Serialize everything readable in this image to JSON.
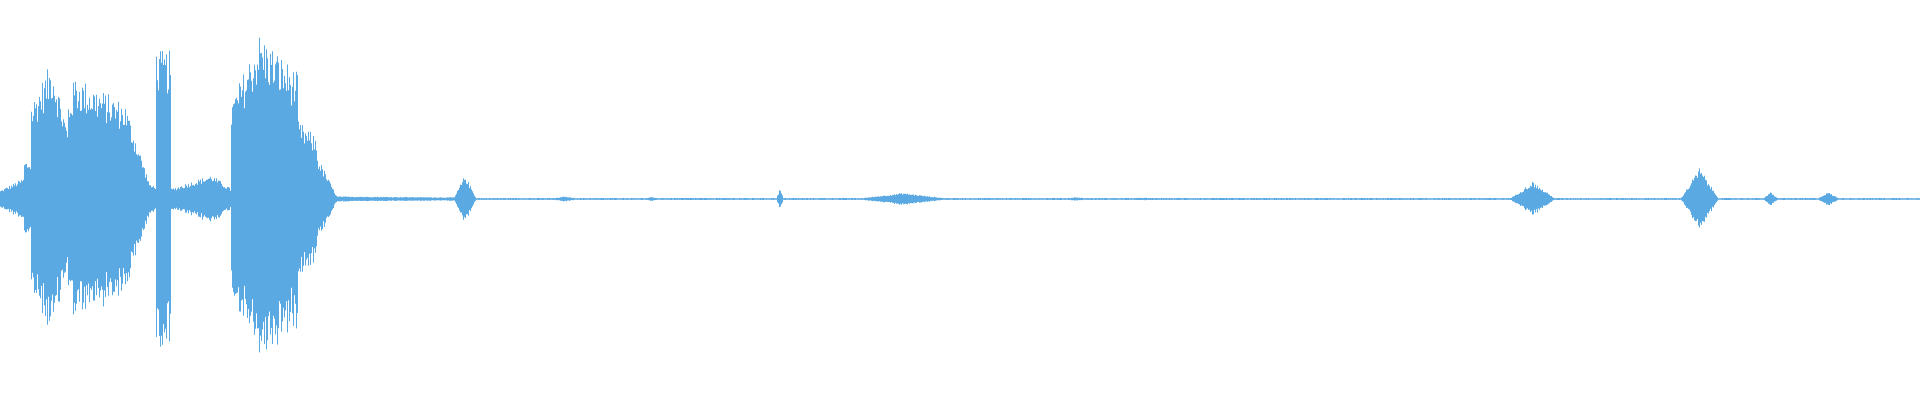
{
  "waveform": {
    "color": "#5aa9e2",
    "background": "#ffffff",
    "duration_label": "",
    "envelope_segments": [
      {
        "from": 0.0,
        "to": 0.012,
        "amp_start": 0.05,
        "amp_end": 0.12
      },
      {
        "from": 0.012,
        "to": 0.016,
        "amp_start": 0.22,
        "amp_end": 0.22
      },
      {
        "from": 0.016,
        "to": 0.027,
        "amp_start": 0.55,
        "amp_end": 0.8
      },
      {
        "from": 0.027,
        "to": 0.035,
        "amp_start": 0.8,
        "amp_end": 0.4
      },
      {
        "from": 0.035,
        "to": 0.04,
        "amp_start": 0.55,
        "amp_end": 0.75
      },
      {
        "from": 0.04,
        "to": 0.065,
        "amp_start": 0.7,
        "amp_end": 0.55
      },
      {
        "from": 0.065,
        "to": 0.078,
        "amp_start": 0.55,
        "amp_end": 0.08
      },
      {
        "from": 0.078,
        "to": 0.081,
        "amp_start": 0.08,
        "amp_end": 0.08
      },
      {
        "from": 0.081,
        "to": 0.089,
        "amp_start": 0.85,
        "amp_end": 0.85
      },
      {
        "from": 0.089,
        "to": 0.11,
        "amp_start": 0.06,
        "amp_end": 0.14
      },
      {
        "from": 0.11,
        "to": 0.12,
        "amp_start": 0.14,
        "amp_end": 0.06
      },
      {
        "from": 0.12,
        "to": 0.135,
        "amp_start": 0.55,
        "amp_end": 0.95
      },
      {
        "from": 0.135,
        "to": 0.155,
        "amp_start": 0.95,
        "amp_end": 0.72
      },
      {
        "from": 0.155,
        "to": 0.165,
        "amp_start": 0.45,
        "amp_end": 0.35
      },
      {
        "from": 0.165,
        "to": 0.175,
        "amp_start": 0.25,
        "amp_end": 0.02
      },
      {
        "from": 0.175,
        "to": 0.23,
        "amp_start": 0.015,
        "amp_end": 0.01
      },
      {
        "from": 0.23,
        "to": 0.24,
        "amp_start": 0.01,
        "amp_end": 0.01
      },
      {
        "from": 0.24,
        "to": 1.0,
        "amp_start": 0.006,
        "amp_end": 0.006
      }
    ],
    "spikes": [
      {
        "pos": 0.242,
        "amp": 0.14,
        "width": 0.006
      },
      {
        "pos": 0.294,
        "amp": 0.015,
        "width": 0.008
      },
      {
        "pos": 0.339,
        "amp": 0.012,
        "width": 0.004
      },
      {
        "pos": 0.406,
        "amp": 0.06,
        "width": 0.002
      },
      {
        "pos": 0.47,
        "amp": 0.035,
        "width": 0.025
      },
      {
        "pos": 0.56,
        "amp": 0.01,
        "width": 0.01
      },
      {
        "pos": 0.595,
        "amp": 0.008,
        "width": 0.01
      },
      {
        "pos": 0.798,
        "amp": 0.1,
        "width": 0.012
      },
      {
        "pos": 0.885,
        "amp": 0.18,
        "width": 0.01
      },
      {
        "pos": 0.922,
        "amp": 0.04,
        "width": 0.004
      },
      {
        "pos": 0.952,
        "amp": 0.04,
        "width": 0.006
      }
    ]
  }
}
